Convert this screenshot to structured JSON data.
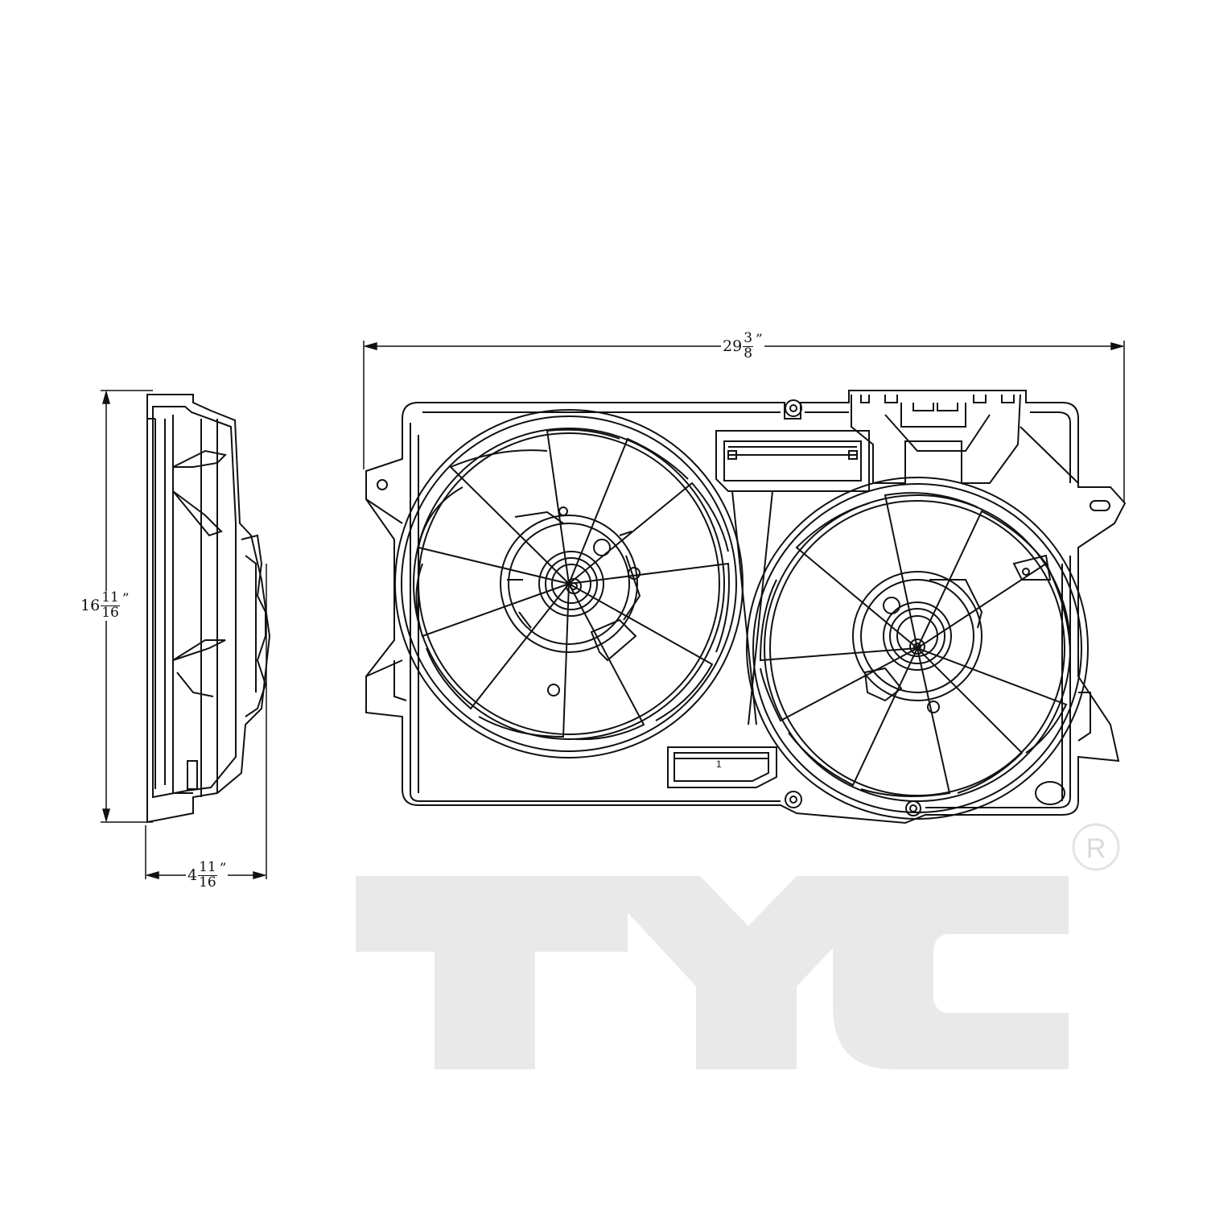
{
  "dimensions": {
    "width": {
      "whole": "29",
      "numerator": "3",
      "denominator": "8",
      "unit": "”"
    },
    "height": {
      "whole": "16",
      "numerator": "11",
      "denominator": "16",
      "unit": "”"
    },
    "depth": {
      "whole": "4",
      "numerator": "11",
      "denominator": "16",
      "unit": "”"
    }
  },
  "connector_label": "1",
  "brand": {
    "logo_text": "TYC",
    "registered_mark": "R",
    "logo_color": "#e9e9e9"
  },
  "colors": {
    "line": "#111111",
    "background": "#ffffff"
  }
}
